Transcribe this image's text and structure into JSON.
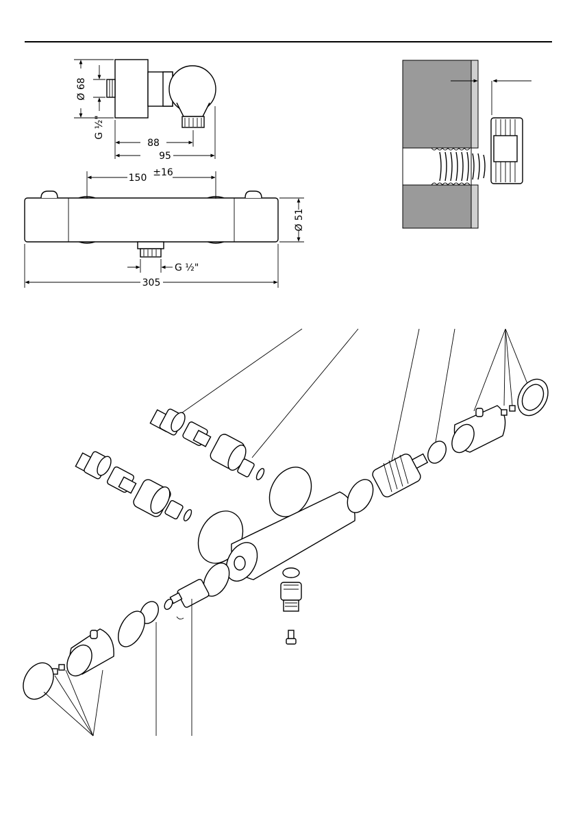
{
  "dimensions": {
    "side_diameter": "Ø 68",
    "side_thread": "G ½\"",
    "side_depth_short": "88",
    "side_depth_long": "95",
    "center_distance": "150",
    "center_tolerance": "±16",
    "body_diameter": "Ø 51",
    "outlet_thread": "G ½\"",
    "overall_length": "305"
  },
  "colors": {
    "wall": "#9a9a9a",
    "line": "#000000",
    "background": "#ffffff"
  }
}
